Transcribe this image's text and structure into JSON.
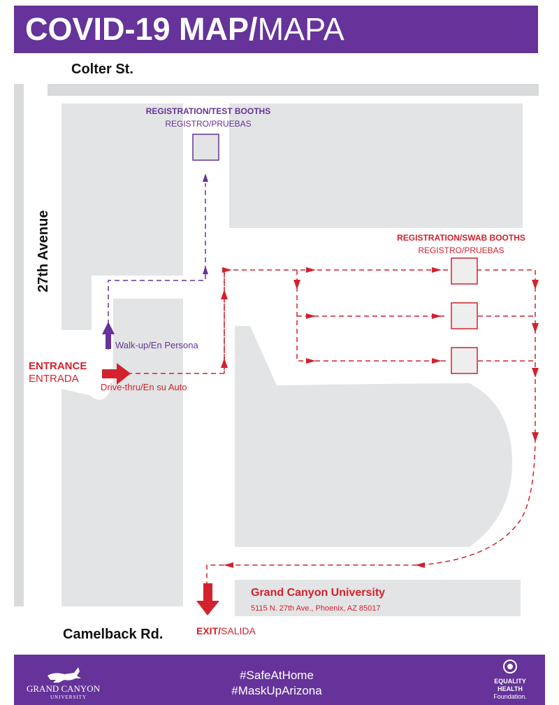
{
  "header": {
    "title_main": "COVID-19 MAP/",
    "title_alt": "MAPA"
  },
  "streets": {
    "north": "Colter St.",
    "west": "27th Avenue",
    "south": "Camelback Rd."
  },
  "test_booths": {
    "title": "REGISTRATION/TEST BOOTHS",
    "subtitle": "REGISTRO/PRUEBAS"
  },
  "swab_booths": {
    "title": "REGISTRATION/SWAB BOOTHS",
    "subtitle": "REGISTRO/PRUEBAS"
  },
  "entrance": {
    "label": "ENTRANCE",
    "label_alt": "ENTRADA"
  },
  "walkup": {
    "label": "Walk-up/En Persona"
  },
  "drivethru": {
    "label": "Drive-thru/En su Auto"
  },
  "exit": {
    "label": "EXIT/",
    "label_alt": "SALIDA"
  },
  "site": {
    "name": "Grand Canyon University",
    "address": "5115 N. 27th Ave., Phoenix, AZ 85017"
  },
  "footer": {
    "hashtag1": "#SafeAtHome",
    "hashtag2": "#MaskUpArizona",
    "gcu_logo_text": "GRAND CANYON",
    "gcu_logo_sub": "UNIVERSITY",
    "ehf_logo_line1": "EQUALITY",
    "ehf_logo_line2": "HEALTH",
    "ehf_logo_line3": "Foundation."
  },
  "colors": {
    "purple": "#653399",
    "red": "#d2222d",
    "lot_gray": "#e3e4e5",
    "road_gray": "#d9dadb"
  },
  "icons": [
    "entrance-arrow-icon",
    "walkup-arrow-icon",
    "exit-arrow-icon",
    "booth-icon",
    "pronghorn-logo-icon",
    "equality-health-logo-icon"
  ]
}
